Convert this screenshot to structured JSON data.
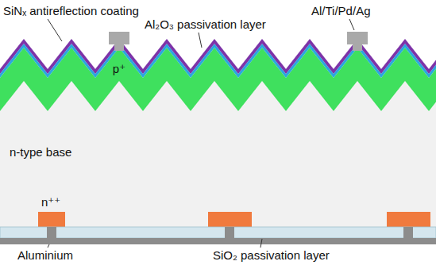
{
  "diagram": {
    "labels": [
      "SiNₓ antireflection coating",
      "Al₂O₃ passivation layer",
      "Al/Ti/Pd/Ag",
      "p⁺",
      "n-type base",
      "n⁺⁺",
      "Aluminium",
      "SiO₂ passivation layer"
    ]
  }
}
